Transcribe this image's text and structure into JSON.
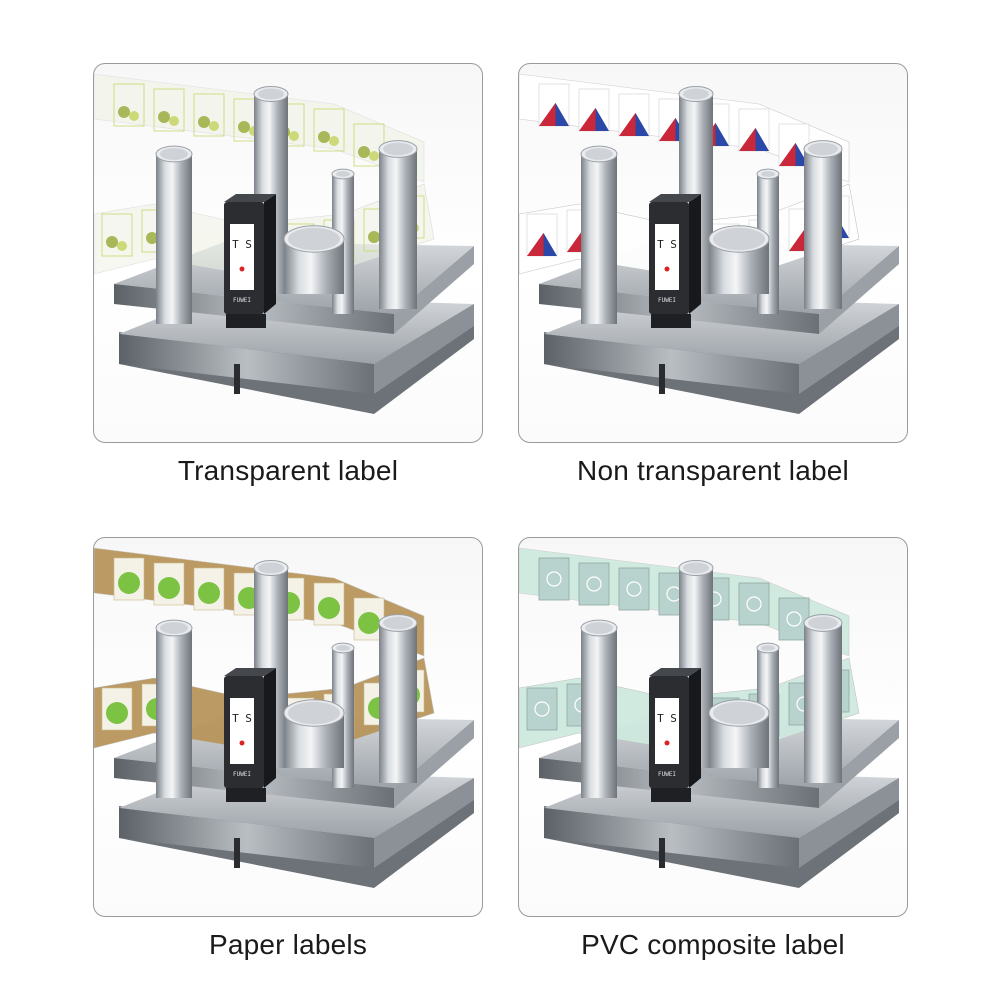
{
  "panels": [
    {
      "caption": "Transparent label",
      "label_style": "transparent",
      "colors": {
        "web": "#eef2e4",
        "print": "#9aab3c",
        "accent": "#c9d66a"
      }
    },
    {
      "caption": "Non transparent label",
      "label_style": "opaque",
      "colors": {
        "web": "#ffffff",
        "print": "#c8283a",
        "accent": "#2b48a8"
      }
    },
    {
      "caption": "Paper labels",
      "label_style": "paper",
      "colors": {
        "web": "#b8955c",
        "print": "#7cc243",
        "accent": "#f4f1e6"
      }
    },
    {
      "caption": "PVC composite label",
      "label_style": "pvc",
      "colors": {
        "web": "#cfe9df",
        "print": "#8fa8a5",
        "accent": "#b8d2cd"
      }
    }
  ],
  "sensor": {
    "mark": "T S",
    "brand": "FUWEI"
  }
}
